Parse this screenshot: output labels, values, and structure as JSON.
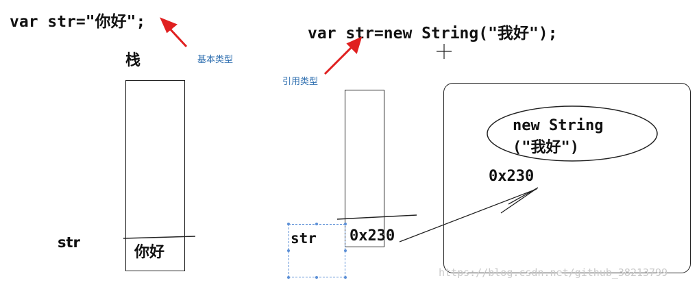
{
  "code_primitive": "var str=\"你好\";",
  "code_reference": "var str=new String(\"我好\");",
  "label_basic_type": "基本类型",
  "label_reference_type": "引用类型",
  "label_stack": "栈",
  "left_var_name": "str",
  "left_stack_value": "你好",
  "right_var_name": "str",
  "right_stack_value": "0x230",
  "heap_object_line1": "new String",
  "heap_object_line2": "(\"我好\")",
  "heap_address": "0x230",
  "watermark": "https://blog.csdn.net/github_38213799",
  "colors": {
    "arrow": "#e02020",
    "annotation": "#2f6fb0",
    "selection": "#5b8fd6"
  }
}
